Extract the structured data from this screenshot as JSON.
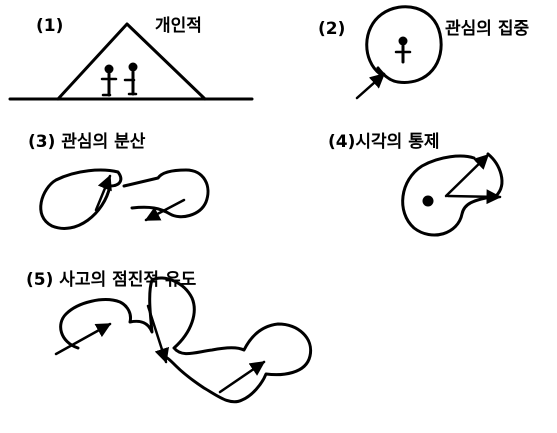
{
  "labels": {
    "p1_number": "(1)",
    "p1_text": "개인적",
    "p2_number": "(2)",
    "p2_text": "관심의 집중",
    "p3": "(3) 관심의 분산",
    "p4": "(4)시각의 통제",
    "p5": "(5) 사고의 점진적 유도"
  },
  "colors": {
    "ink": "#000000",
    "background": "#ffffff"
  }
}
